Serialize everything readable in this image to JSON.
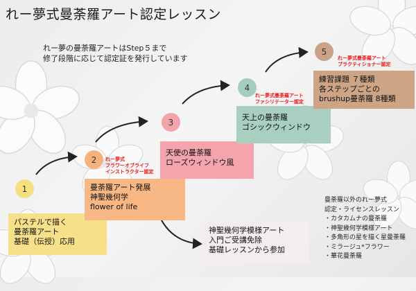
{
  "title": "れー夢式曼荼羅アート認定レッスン",
  "intro": {
    "line1": "れー夢の曼荼羅アートはStep５まで",
    "line2": "修了段階に応じて認定証を発行しています"
  },
  "steps": [
    {
      "number": "1",
      "lines": [
        "パステルで描く",
        "曼荼羅アート",
        "基礎（伝授）応用"
      ],
      "badge": []
    },
    {
      "number": "2",
      "lines": [
        "曼荼羅アート発展",
        "神聖幾何学",
        "flower of life"
      ],
      "badge": [
        "れー夢式",
        "フラワーオブライフ",
        "インストラクター認定"
      ]
    },
    {
      "number": "3",
      "lines": [
        "天使の曼荼羅",
        "ローズウィンドウ風"
      ],
      "badge": []
    },
    {
      "number": "4",
      "lines": [
        "天上の曼荼羅",
        "ゴシックウィンドウ"
      ],
      "badge": [
        "れー夢式曼荼羅アート",
        "ファシリテーター認定"
      ]
    },
    {
      "number": "5",
      "lines": [
        "練習課題 ７種類",
        "各ステップごとの",
        "brushup曼荼羅 8種類"
      ],
      "badge": [
        "れー夢式曼荼羅アート",
        "プラクティショナー認定"
      ]
    }
  ],
  "geometry_course": {
    "lines": [
      "神聖幾何学模様アート",
      "入門ご受講免除",
      "基礎レッスンから参加"
    ]
  },
  "other_lessons": {
    "heading1": "曼荼羅以外のれー夢式",
    "heading2": "認定・ライセンスレッスン",
    "items": [
      "・カタカムナの曼荼羅",
      "・神聖幾何学模様アート",
      "・多角形の星を描く星曼荼羅",
      "・ミラージュ*フラワー",
      "・華花曼荼羅"
    ]
  },
  "colors": {
    "step1_box": "#f7e08a",
    "step1_circle": "#f6df7d",
    "step2_box": "#f8b885",
    "step2_circle": "#f5b27c",
    "step3_box": "#f3a4ad",
    "step3_circle": "#f2a3ac",
    "step4_box": "#a8cfc0",
    "step4_circle": "#a5cdbf",
    "step5_box": "#cda486",
    "step5_circle": "#cba286",
    "geometry_box": "#f3eded",
    "badge_text": "#e8191c",
    "arrow": "#222222"
  }
}
